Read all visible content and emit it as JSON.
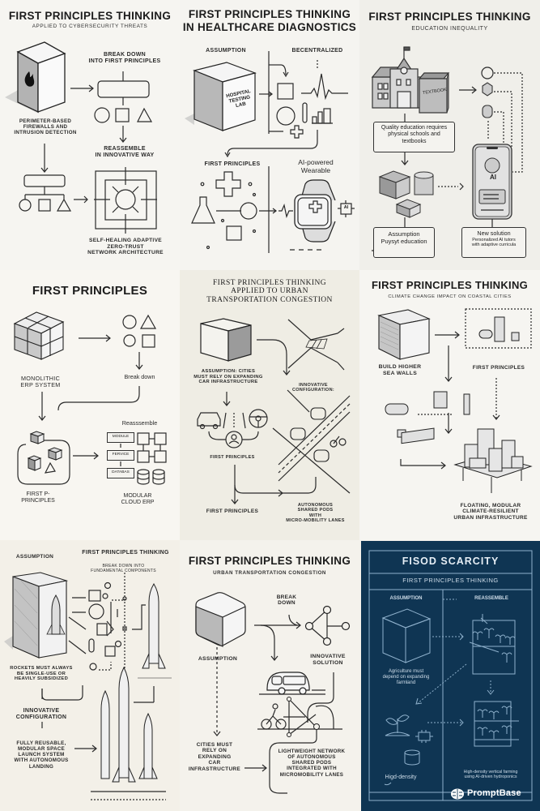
{
  "panels": [
    {
      "id": "cybersecurity",
      "title": "FIRST PRINCIPLES THINKING",
      "subtitle": "APPLIED TO CYBERSECURITY THREATS",
      "labels": {
        "assumption": "PERIMETER-BASED\nFIREWALLS AND\nINTRUSION DETECTION",
        "break_down": "BREAK DOWN\nINTO FIRST PRINCIPLES",
        "reassemble": "REASSEMBLE\nIN INNOVATIVE WAY",
        "solution": "SELF-HEALING ADAPTIVE\nZERO-TRUST\nNETWORK ARCHITECTURE"
      },
      "icons": [
        "server-cube-icon",
        "fire-icon",
        "circle-icon",
        "square-icon",
        "triangle-icon",
        "radiating-node-icon"
      ]
    },
    {
      "id": "healthcare",
      "title": "FIRST PRINCIPLES THINKING\nIN HEALTHCARE DIAGNOSTICS",
      "labels": {
        "assumption": "ASSUMPTION",
        "decentralized": "BECENTRALIZED",
        "cube_text": "HOSPITAL\nTESTING\nLAB",
        "first_principles": "FIRST PRINCIPLES",
        "solution": "AI-powered\nWearable",
        "chip": "AI"
      },
      "icons": [
        "hospital-cube-icon",
        "waveform-icon",
        "bar-chart-icon",
        "test-tube-icon",
        "cross-icon",
        "flask-icon",
        "smartwatch-icon",
        "ai-chip-icon"
      ]
    },
    {
      "id": "education",
      "title": "FIRST PRINCIPLES THINKING",
      "subtitle": "EDUCATION INEQUALITY",
      "labels": {
        "textbook": "TEXTBOOK",
        "belief": "Quality education\nrequires physical\nschools and textbooks",
        "assumption_title": "Assumption",
        "assumption_text": "Puysyt education",
        "solution_title": "New solution",
        "solution_text": "Personalized AI tutors\nwith adaptive curricula",
        "phone_ai": "AI"
      },
      "icons": [
        "school-building-icon",
        "textbook-icon",
        "circle-icon",
        "cube-icon",
        "cylinder-icon",
        "smartphone-icon",
        "robot-tutor-icon"
      ]
    },
    {
      "id": "erp",
      "title": "FIRST PRINCIPLES",
      "labels": {
        "assumption": "MONOLITHIC\nERP SYSTEM",
        "break_down": "Break down",
        "first_principles": "FIRST P-\nPRINCIPLES",
        "reassemble": "Reasssemble",
        "modules": [
          "MODULE",
          "FERVICE",
          "DATABAS"
        ],
        "solution": "MODULAR\nCLOUD ERP"
      },
      "icons": [
        "block-cube-icon",
        "circle-icon",
        "triangle-icon",
        "square-icon",
        "database-icon"
      ]
    },
    {
      "id": "urban-transport-serif",
      "title": "FIRST PRINCIPLES THINKING\nAPPLIED TO URBAN\nTRANSPORTATION CONGESTION",
      "labels": {
        "assumption": "ASSUMPTION: CITIES\nMUST RELY ON EXPANDING\nCAR INFRASTRUCTURE",
        "innovative": "INNOVATIVE\nCONFIGURATION:",
        "first_principles_1": "FIRST PRINCIPLES",
        "first_principles_2": "FIRST PRINCIPLES",
        "solution": "AUTONOMOUS\nSHARED PODS\nWITH\nMICRO-MOBILITY LANES"
      },
      "icons": [
        "cube-icon",
        "road-merge-icon",
        "car-icon",
        "lane-icon",
        "steering-wheel-icon",
        "person-icon",
        "pod-icon",
        "bicycle-icon"
      ]
    },
    {
      "id": "climate",
      "title": "FIRST PRINCIPLES THINKING",
      "subtitle": "CLIMATE CHANGE IMPACT ON COASTAL CITIES",
      "labels": {
        "assumption": "BUILD HIGHER\nSEA WALLS",
        "first_principles": "FIRST PRINCIPLES",
        "solution": "FLOATING, MODULAR\nCLIMATE-RESILIENT\nURBAN INFRASTRUCTURE"
      },
      "icons": [
        "sea-wall-block-icon",
        "modular-blocks-icon",
        "floating-city-icon"
      ]
    },
    {
      "id": "rockets",
      "title": "FIRST PRINCIPLES THINKING",
      "labels": {
        "assumption": "ASSUMPTION",
        "break_down": "BREAK DOWN INTO\nFUNDAMENTAL COMPONENTS",
        "belief": "ROCKETS MUST ALWAYS\nBE SINGLE-USE OR\nHEAVILY SUBSIDIZED",
        "innovative": "INNOVATIVE\nCONFIGURATION",
        "solution": "FULLY REUSABLE,\nMODULAR SPACE\nLAUNCH SYSTEM\nWITH AUTONOMOUS\nLANDING"
      },
      "icons": [
        "rocket-block-icon",
        "component-shapes-icon",
        "rocket-icon"
      ]
    },
    {
      "id": "urban-transport-sans",
      "title": "FIRST PRINCIPLES THINKING",
      "subtitle": "URBAN TRANSPORTATION CONGESTION",
      "labels": {
        "break_down": "BREAK\nDOWN",
        "assumption": "ASSUMPTION",
        "innovative": "INNOVATIVE\nSOLUTION",
        "belief": "CITIES MUST\nRELY ON\nEXPANDING\nCAR\nINFRASTRUCTURE",
        "solution": "LIGHTWEIGHT NETWORK\nOF AUTONOMOUS\nSHARED PODS\nINTEGRATED WITH\nMICROMOBILITY LANES"
      },
      "icons": [
        "cube-icon",
        "network-graph-icon",
        "shuttle-pod-icon",
        "bicycle-icon"
      ]
    },
    {
      "id": "food-scarcity",
      "title": "FISOD SCARCITY",
      "subtitle": "FIRST PRINCIPLES THINKING",
      "labels": {
        "assumption": "ASSUMPTION",
        "reassemble": "REASSEMBLE",
        "belief": "Agriculture must\ndepend on expanding\nfarmland",
        "components": "Higd-density",
        "solution": "High-density vertical farming\nusing AI-driven hydroponics"
      },
      "icons": [
        "cube-icon",
        "vertical-farm-icon",
        "seedling-icon",
        "chip-icon",
        "water-tank-icon"
      ],
      "colors": {
        "background": "#0f3553",
        "line": "#8fb1cc",
        "text": "#dbe6ef"
      }
    }
  ],
  "watermark": {
    "brand": "PromptBase",
    "icon": "brain-icon"
  }
}
